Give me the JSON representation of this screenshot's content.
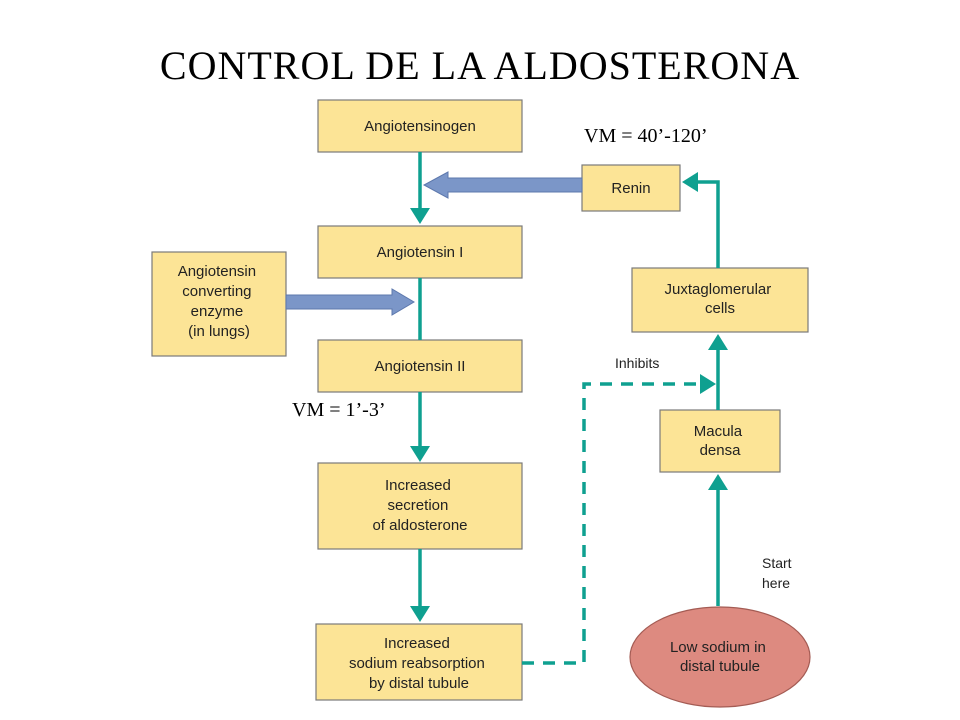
{
  "title": "CONTROL DE LA ALDOSTERONA",
  "boxes": {
    "angiotensinogen": [
      "Angiotensinogen"
    ],
    "angiotensin1": [
      "Angiotensin I"
    ],
    "angiotensin2": [
      "Angiotensin II"
    ],
    "ace": [
      "Angiotensin",
      "converting",
      "enzyme",
      "(in lungs)"
    ],
    "increased_secretion": [
      "Increased",
      "secretion",
      "of aldosterone"
    ],
    "increased_reabsorption": [
      "Increased",
      "sodium reabsorption",
      "by distal tubule"
    ],
    "renin": [
      "Renin"
    ],
    "juxta": [
      "Juxtaglomerular",
      "cells"
    ],
    "macula": [
      "Macula",
      "densa"
    ],
    "low_sodium": [
      "Low sodium in",
      "distal tubule"
    ]
  },
  "labels": {
    "vm_renin": "VM = 40’-120’",
    "vm_ang2": "VM = 1’-3’",
    "inhibits": "Inhibits",
    "start_here": [
      "Start",
      "here"
    ]
  },
  "colors": {
    "box_fill": "#fce496",
    "flow_arrow": "#0fa090",
    "blue_arrow": "#7b96c8",
    "oval_fill": "#dd8a80"
  }
}
